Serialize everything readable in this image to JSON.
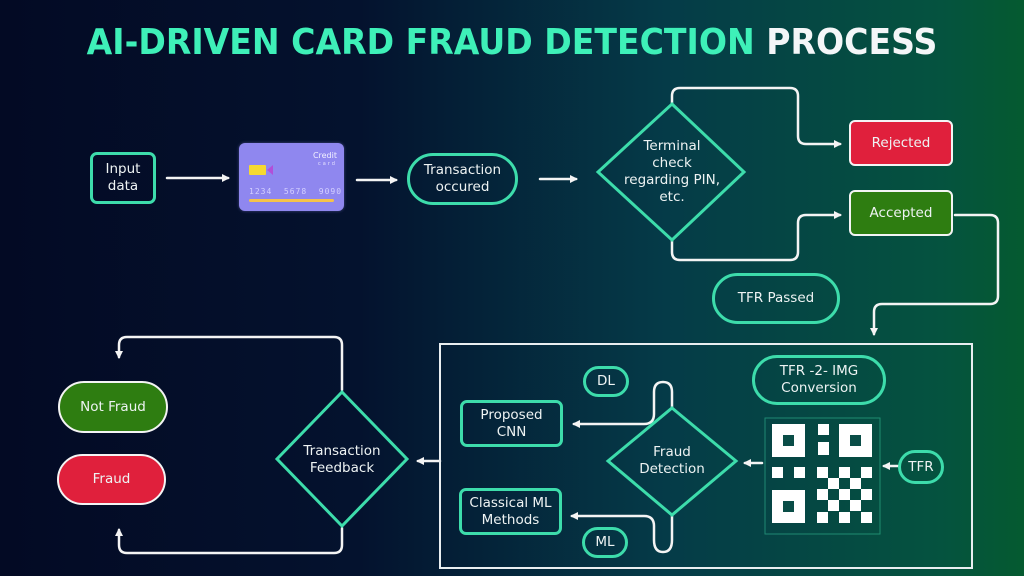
{
  "title": {
    "highlight": "AI-DRIVEN CARD FRAUD DETECTION",
    "rest": " PROCESS"
  },
  "colors": {
    "accent": "#3ddcab",
    "title_accent": "#3ef0b8",
    "rejected": "#e0203c",
    "accepted": "#2e7d11",
    "card": "#8f87ef",
    "arrow": "#f4f4f4"
  },
  "nodes": {
    "input_data": "Input\ndata",
    "credit_card": {
      "brand": "Credit",
      "brand_sub": "card",
      "number": "1234  5678  9090"
    },
    "transaction_occured": "Transaction\noccured",
    "terminal_check": "Terminal\ncheck\nregarding PIN,\netc.",
    "rejected": "Rejected",
    "accepted": "Accepted",
    "tfr_passed": "TFR Passed",
    "tfr_2_img": "TFR -2- IMG\nConversion",
    "tfr": "TFR",
    "fraud_detection": "Fraud\nDetection",
    "dl": "DL",
    "ml": "ML",
    "proposed_cnn": "Proposed\nCNN",
    "classical_ml": "Classical ML\nMethods",
    "transaction_feedback": "Transaction\nFeedback",
    "not_fraud": "Not Fraud",
    "fraud": "Fraud"
  }
}
